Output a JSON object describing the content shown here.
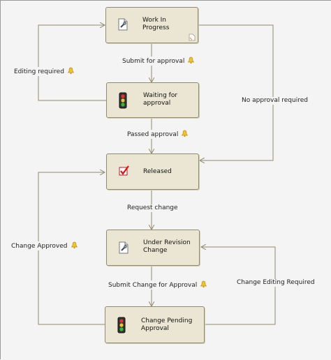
{
  "states": {
    "work_in_progress": {
      "label": "Work In\nProgress",
      "icon": "document-wrench-icon",
      "badge": "small-document-icon"
    },
    "waiting_for_approval": {
      "label": "Waiting for\napproval",
      "icon": "traffic-light-icon"
    },
    "released": {
      "label": "Released",
      "icon": "checkbox-check-icon"
    },
    "under_revision_change": {
      "label": "Under Revision\nChange",
      "icon": "document-wrench-icon"
    },
    "change_pending_approval": {
      "label": "Change Pending\nApproval",
      "icon": "traffic-light-icon"
    }
  },
  "transitions": {
    "submit_for_approval": {
      "label": "Submit for approval",
      "notification": true
    },
    "editing_required": {
      "label": "Editing required",
      "notification": true
    },
    "no_approval_required": {
      "label": "No approval required",
      "notification": false
    },
    "passed_approval": {
      "label": "Passed approval",
      "notification": true
    },
    "request_change": {
      "label": "Request change",
      "notification": false
    },
    "change_approved": {
      "label": "Change Approved",
      "notification": true
    },
    "submit_change_for_approval": {
      "label": "Submit Change for Approval",
      "notification": true
    },
    "change_editing_required": {
      "label": "Change Editing Required",
      "notification": false
    }
  },
  "colors": {
    "state_fill": "#eae6d3",
    "state_border": "#8f8a70",
    "connector": "#8f8a70",
    "bell": "#f1c232"
  }
}
